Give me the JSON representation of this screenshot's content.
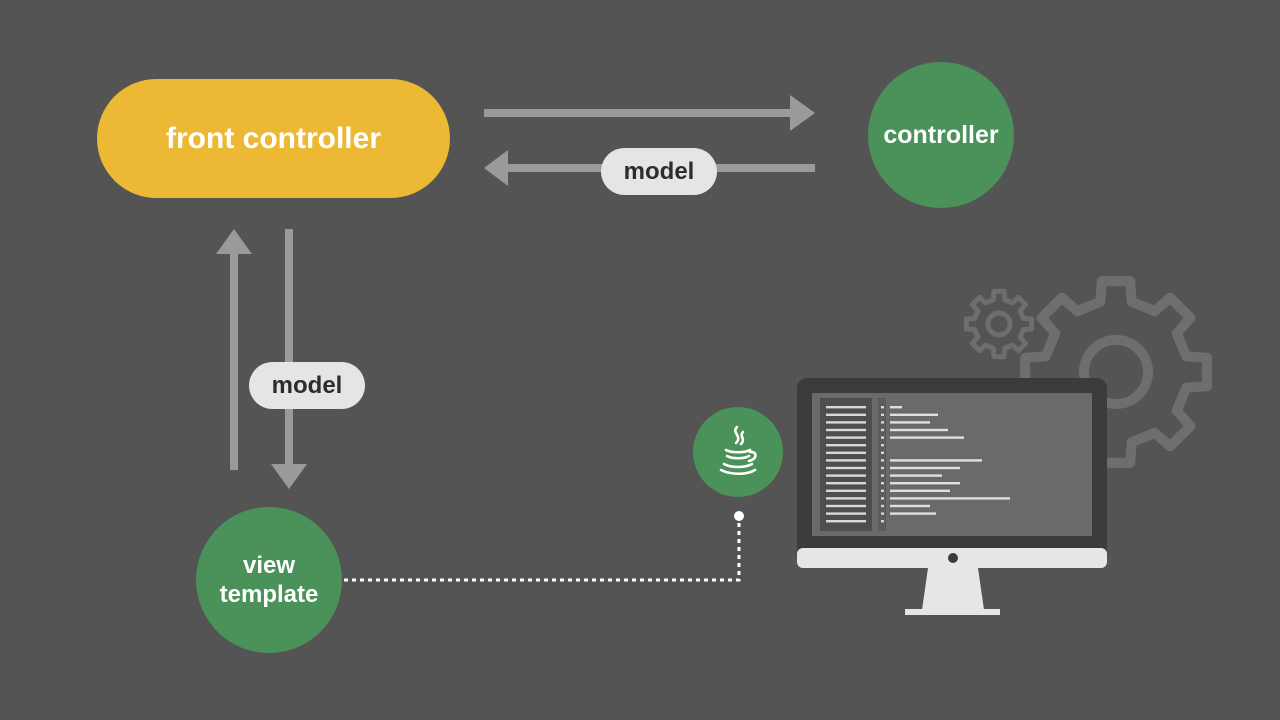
{
  "nodes": {
    "front_controller": {
      "label": "front controller"
    },
    "controller": {
      "label": "controller"
    },
    "view_template": {
      "label_line1": "view",
      "label_line2": "template"
    }
  },
  "edges": {
    "controller_to_front_label": "model",
    "front_to_view_label": "model"
  },
  "icons": {
    "java": "java-coffee-cup-icon",
    "gears": "gears-icon",
    "monitor": "monitor-code-icon"
  },
  "colors": {
    "background": "#545454",
    "front_controller": "#edb935",
    "green_node": "#4a915a",
    "arrow": "#9a9a9a",
    "tag_bg": "#e5e5e5",
    "gear_stroke": "#6e6e6e",
    "monitor_bezel": "#3b3b3b",
    "monitor_screen": "#6a6a6a",
    "monitor_stand": "#e6e6e6"
  }
}
